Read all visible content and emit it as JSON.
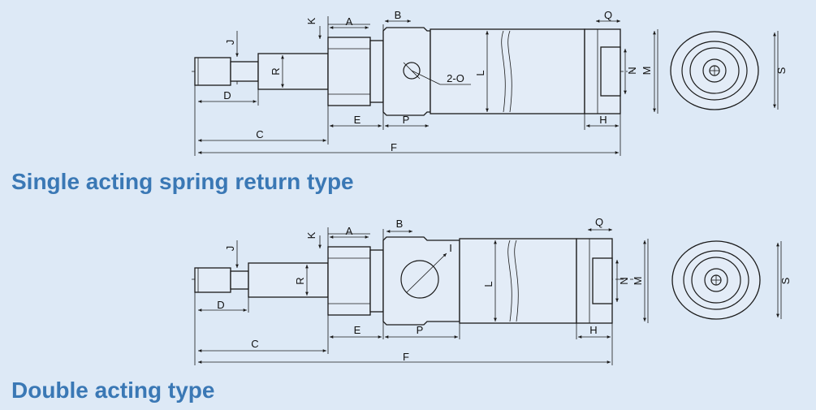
{
  "titles": {
    "single": "Single acting spring return type",
    "double": "Double acting type"
  },
  "single": {
    "labels": {
      "J": "J",
      "K": "K",
      "A": "A",
      "B": "B",
      "Q": "Q",
      "R": "R",
      "O": "2-O",
      "L": "L",
      "N": "N",
      "M": "M",
      "S": "S",
      "D": "D",
      "E": "E",
      "P": "P",
      "H": "H",
      "C": "C",
      "F": "F"
    }
  },
  "double": {
    "labels": {
      "J": "J",
      "K": "K",
      "A": "A",
      "B": "B",
      "Q": "Q",
      "I": "I",
      "R": "R",
      "L": "L",
      "N": "N",
      "M": "M",
      "S": "S",
      "D": "D",
      "E": "E",
      "P": "P",
      "H": "H",
      "C": "C",
      "F": "F"
    }
  }
}
